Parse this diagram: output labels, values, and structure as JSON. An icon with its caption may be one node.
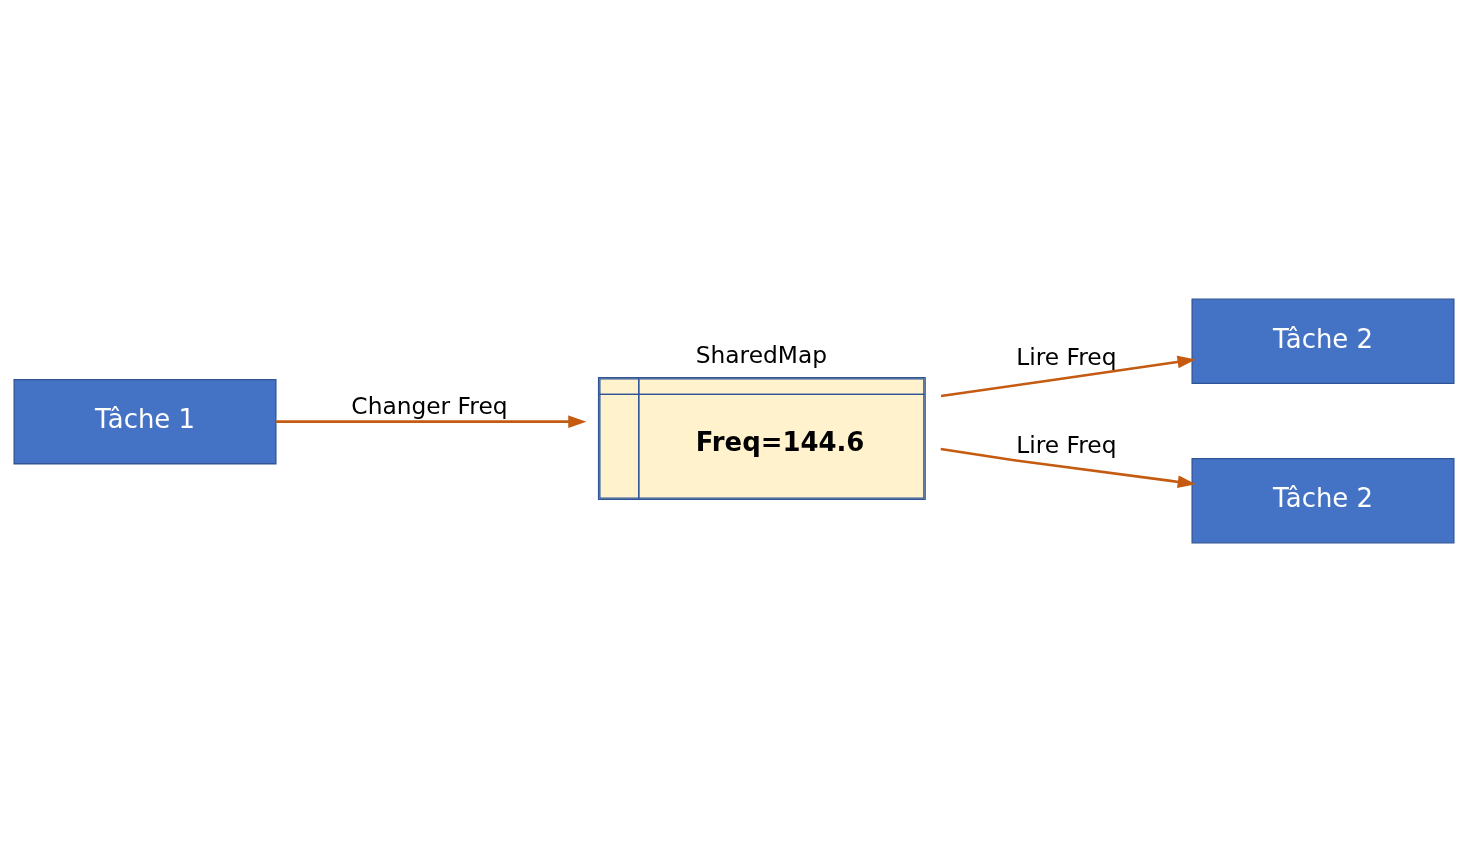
{
  "diagram": {
    "nodes": [
      {
        "text": [
          "Tâche 1"
        ]
      },
      {
        "text": [
          "SharedMap",
          "Freq=144.6"
        ]
      },
      {
        "text": [
          "Tâche 2"
        ]
      },
      {
        "text": [
          "Tâche 2"
        ]
      }
    ],
    "edges": [
      {
        "from": 0,
        "to": 1,
        "arrow": "to",
        "label": "Changer Freq"
      },
      {
        "from": 1,
        "to": 2,
        "arrow": "to",
        "label": "Lire Freq"
      },
      {
        "from": 1,
        "to": 3,
        "arrow": "to",
        "label": "Lire Freq"
      }
    ]
  }
}
